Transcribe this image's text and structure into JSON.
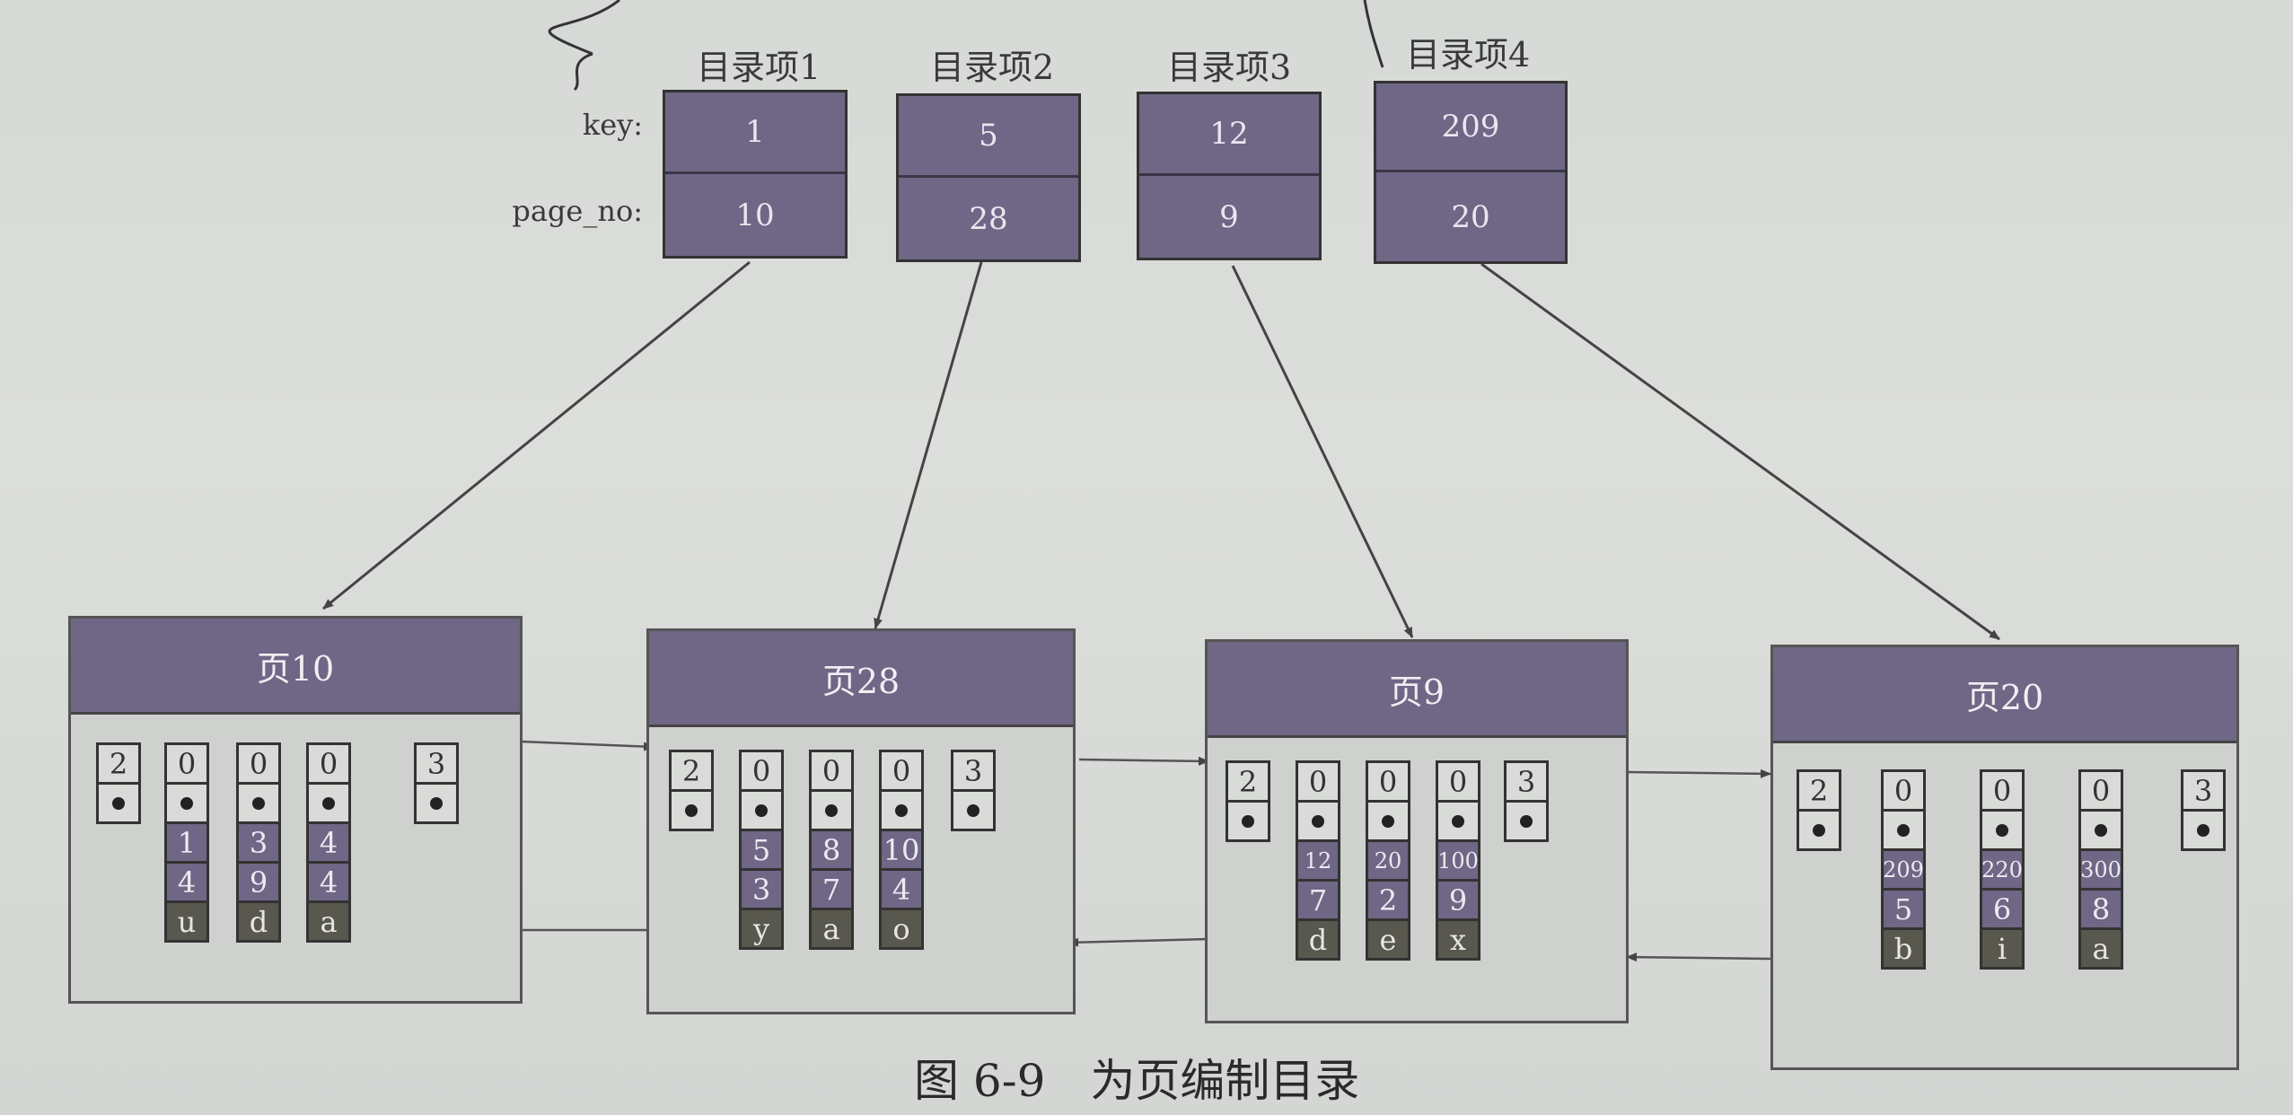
{
  "directory": {
    "key_label": "key:",
    "page_no_label": "page_no:",
    "entries": [
      {
        "title": "目录项1",
        "key": "1",
        "page_no": "10"
      },
      {
        "title": "目录项2",
        "key": "5",
        "page_no": "28"
      },
      {
        "title": "目录项3",
        "key": "12",
        "page_no": "9"
      },
      {
        "title": "目录项4",
        "key": "209",
        "page_no": "20"
      }
    ]
  },
  "pages": [
    {
      "title": "页10",
      "infimum": "2",
      "supremum": "3",
      "records": [
        {
          "type": "0",
          "key": "1",
          "c2": "4",
          "c3": "u"
        },
        {
          "type": "0",
          "key": "3",
          "c2": "9",
          "c3": "d"
        },
        {
          "type": "0",
          "key": "4",
          "c2": "4",
          "c3": "a"
        }
      ]
    },
    {
      "title": "页28",
      "infimum": "2",
      "supremum": "3",
      "records": [
        {
          "type": "0",
          "key": "5",
          "c2": "3",
          "c3": "y"
        },
        {
          "type": "0",
          "key": "8",
          "c2": "7",
          "c3": "a"
        },
        {
          "type": "0",
          "key": "10",
          "c2": "4",
          "c3": "o"
        }
      ]
    },
    {
      "title": "页9",
      "infimum": "2",
      "supremum": "3",
      "records": [
        {
          "type": "0",
          "key": "12",
          "c2": "7",
          "c3": "d"
        },
        {
          "type": "0",
          "key": "20",
          "c2": "2",
          "c3": "e"
        },
        {
          "type": "0",
          "key": "100",
          "c2": "9",
          "c3": "x"
        }
      ]
    },
    {
      "title": "页20",
      "infimum": "2",
      "supremum": "3",
      "records": [
        {
          "type": "0",
          "key": "209",
          "c2": "5",
          "c3": "b"
        },
        {
          "type": "0",
          "key": "220",
          "c2": "6",
          "c3": "i"
        },
        {
          "type": "0",
          "key": "300",
          "c2": "8",
          "c3": "a"
        }
      ]
    }
  ],
  "caption": "图 6-9　为页编制目录",
  "colors": {
    "header": "#6f6785",
    "cell_dark": "#58584e",
    "page_bg": "#ced1ce"
  }
}
